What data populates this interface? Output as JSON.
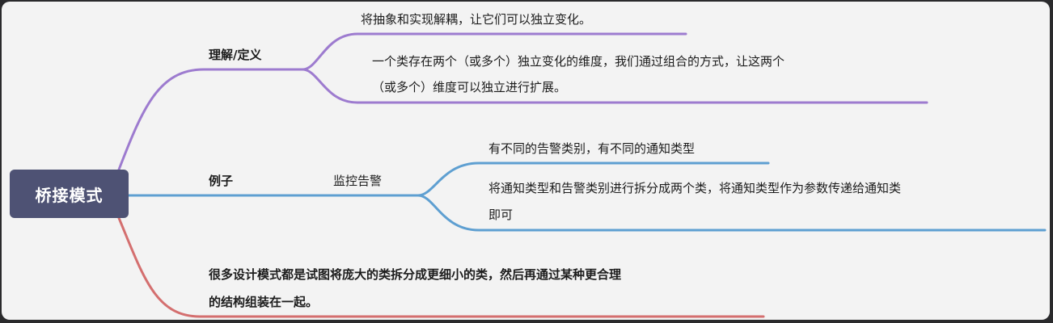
{
  "root": {
    "label": "桥接模式"
  },
  "branches": {
    "definition": {
      "label": "理解/定义",
      "color": "#9d7bcf",
      "leaves": [
        "将抽象和实现解耦，让它们可以独立变化。",
        "一个类存在两个（或多个）独立变化的维度，我们通过组合的方式，让这两个",
        "（或多个）维度可以独立进行扩展。"
      ]
    },
    "example": {
      "label": "例子",
      "color": "#5e9fd1",
      "sub_label": "监控告警",
      "leaves": [
        "有不同的告警类别，有不同的通知类型",
        "将通知类型和告警类别进行拆分成两个类，将通知类型作为参数传递给通知类",
        "即可"
      ]
    },
    "summary": {
      "color": "#d46f6f",
      "lines": [
        "很多设计模式都是试图将庞大的类拆分成更细小的类，然后再通过某种更合理",
        "的结构组装在一起。"
      ]
    }
  }
}
